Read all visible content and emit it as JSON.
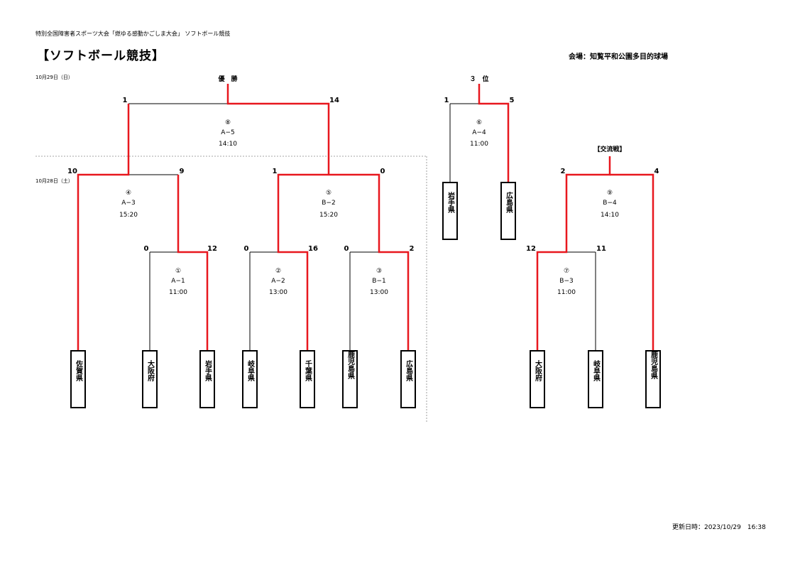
{
  "header": {
    "subtitle": "特別全国障害者スポーツ大会「燃ゆる感動かごしま大会」 ソフトボール競技",
    "title": "【ソフトボール競技】",
    "venue": "会場：知覧平和公園多目的球場"
  },
  "dates": {
    "day2": "10月29日（日）",
    "day1": "10月28日（土）"
  },
  "footer": {
    "updated": "更新日時：2023/10/29　16:38"
  },
  "colors": {
    "win": "#e8171e",
    "line": "#000000"
  },
  "labels": {
    "champion": "優　勝",
    "third": "３　位",
    "exchange": "【交流戦】"
  },
  "teams": {
    "saga": "佐賀県",
    "osaka": "大阪府",
    "iwate": "岩手県",
    "gifu": "岐阜県",
    "chiba": "千葉県",
    "kagoshima": "鹿児島県",
    "hiroshima": "広島県"
  },
  "games": {
    "g1": {
      "no": "①",
      "code": "A−1",
      "time": "11:00",
      "left": "0",
      "right": "12"
    },
    "g2": {
      "no": "②",
      "code": "A−2",
      "time": "13:00",
      "left": "0",
      "right": "16"
    },
    "g3": {
      "no": "③",
      "code": "B−1",
      "time": "13:00",
      "left": "0",
      "right": "2"
    },
    "g4": {
      "no": "④",
      "code": "A−3",
      "time": "15:20",
      "left": "10",
      "right": "9"
    },
    "g5": {
      "no": "⑤",
      "code": "B−2",
      "time": "15:20",
      "left": "1",
      "right": "0"
    },
    "g6": {
      "no": "⑥",
      "code": "A−4",
      "time": "11:00",
      "left": "1",
      "right": "5"
    },
    "g7": {
      "no": "⑦",
      "code": "B−3",
      "time": "11:00",
      "left": "12",
      "right": "11"
    },
    "g8": {
      "no": "⑧",
      "code": "A−5",
      "time": "14:10",
      "left": "1",
      "right": "14"
    },
    "g9": {
      "no": "⑨",
      "code": "B−4",
      "time": "14:10",
      "left": "2",
      "right": "4"
    }
  }
}
